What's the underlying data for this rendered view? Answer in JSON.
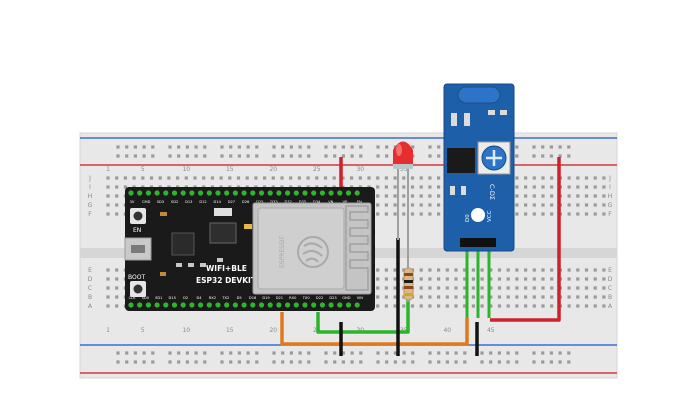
{
  "breadboard": {
    "column_numbers": [
      "1",
      "5",
      "10",
      "15",
      "20",
      "25",
      "30",
      "35",
      "40",
      "45"
    ],
    "row_letters_top": [
      "J",
      "I",
      "H",
      "G",
      "F"
    ],
    "row_letters_bottom": [
      "E",
      "D",
      "C",
      "B",
      "A"
    ]
  },
  "esp32": {
    "module_brand": "ESPRESSIF",
    "board_name": "ESP32 DEVKIT",
    "wifi_label": "WIFI+BLE",
    "en_label": "EN",
    "boot_label": "BOOT",
    "top_pins": [
      "3V",
      "CMD",
      "SD3",
      "SD2",
      "D13",
      "D12",
      "D14",
      "D27",
      "D26",
      "D25",
      "D33",
      "D32",
      "D35",
      "D34",
      "VN",
      "VP",
      "EN"
    ],
    "bottom_pins": [
      "CLK",
      "SD0",
      "SD1",
      "D15",
      "D2",
      "D4",
      "RX2",
      "TX2",
      "D5",
      "D18",
      "D19",
      "D21",
      "RX0",
      "TX0",
      "D22",
      "D23",
      "GND",
      "VIN"
    ]
  },
  "sensor": {
    "pins": [
      "D0",
      "GND",
      "VCC"
    ],
    "cap_label": "C-DΣ"
  },
  "colors": {
    "board": "#1a1a1a",
    "sensor_pcb": "#1d5fa8",
    "wire_red": "#d0202a",
    "wire_green": "#2bb52b",
    "wire_orange": "#e07820",
    "wire_black": "#111111",
    "led": "#e52e2e"
  }
}
